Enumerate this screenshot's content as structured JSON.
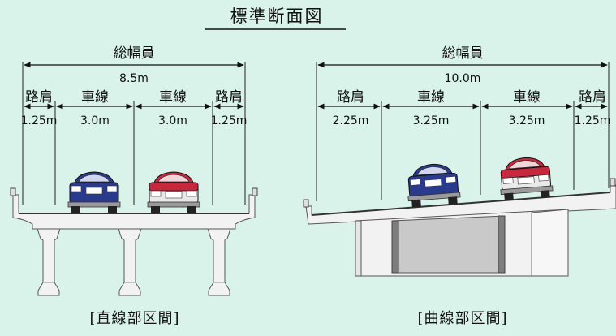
{
  "title": "標準断面図",
  "left": {
    "total_label": "総幅員",
    "total_value": "8.5m",
    "parts": [
      {
        "label": "路肩",
        "value": "1.25m"
      },
      {
        "label": "車線",
        "value": "3.0m"
      },
      {
        "label": "車線",
        "value": "3.0m"
      },
      {
        "label": "路肩",
        "value": "1.25m"
      }
    ],
    "caption": "[直線部区間]"
  },
  "right": {
    "total_label": "総幅員",
    "total_value": "10.0m",
    "parts": [
      {
        "label": "路肩",
        "value": "2.25m"
      },
      {
        "label": "車線",
        "value": "3.25m"
      },
      {
        "label": "車線",
        "value": "3.25m"
      },
      {
        "label": "路肩",
        "value": "1.25m"
      }
    ],
    "caption": "[曲線部区間]"
  },
  "colors": {
    "background": "#d9f2ea",
    "car_blue": "#2a3a8c",
    "car_red": "#c8283e"
  }
}
